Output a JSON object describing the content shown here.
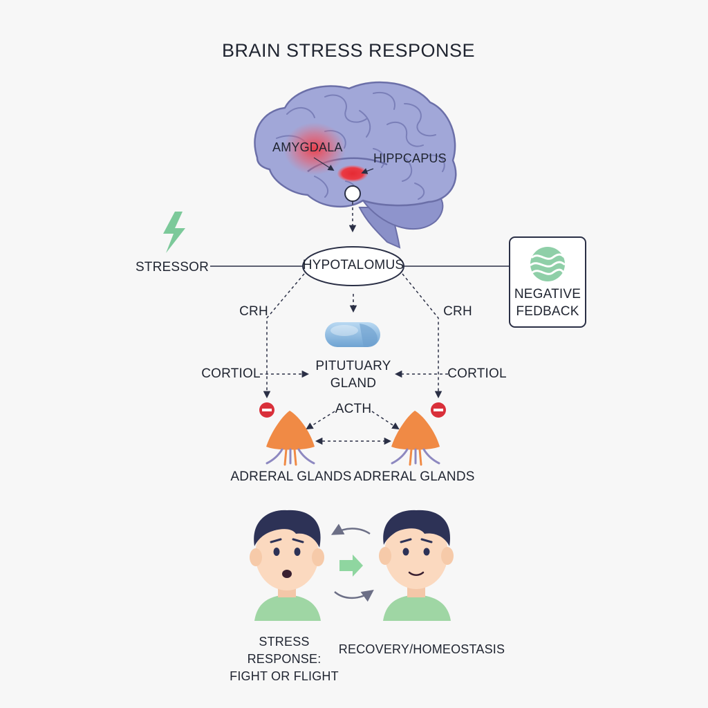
{
  "title": "BRAIN STRESS RESPONSE",
  "labels": {
    "amygdala": "AMYGDALA",
    "hippocampus": "HIPPCAPUS",
    "hypothalamus": "HYPOTALOMUS",
    "stressor": "STRESSOR",
    "negative_feedback": "NEGATIVE FEDBACK",
    "crh_left": "CRH",
    "crh_right": "CRH",
    "cortisol_left": "CORTIOL",
    "cortisol_right": "CORTIOL",
    "pituitary": "PITUTUARY GLAND",
    "acth": "ACTH",
    "adrenal_left": "ADRERAL GLANDS",
    "adrenal_right": "ADRERAL GLANDS",
    "stress_response": "STRESS RESPONSE: FIGHT OR FLIGHT",
    "recovery": "RECOVERY/HOMEOSTASIS"
  },
  "icons": {
    "stressor": "lightning-bolt-icon",
    "feedback": "wave-circle-icon",
    "inhibit": "minus-circle-icon",
    "transition": "right-arrow-icon"
  },
  "colors": {
    "brain": "#9aa0d4",
    "brain_outline": "#6b6fa8",
    "amygdala_glow": "#e8454d",
    "pituitary": "#7fb1dc",
    "adrenal": "#f08a45",
    "adrenal_roots": "#8d88c0",
    "lightning": "#7cc99a",
    "feedback_icon": "#8fcfa8",
    "inhibit": "#d9303a",
    "shirt": "#9fd6a4",
    "hair": "#2d3256",
    "skin": "#fbd9bf",
    "lines": "#2a2f45"
  }
}
